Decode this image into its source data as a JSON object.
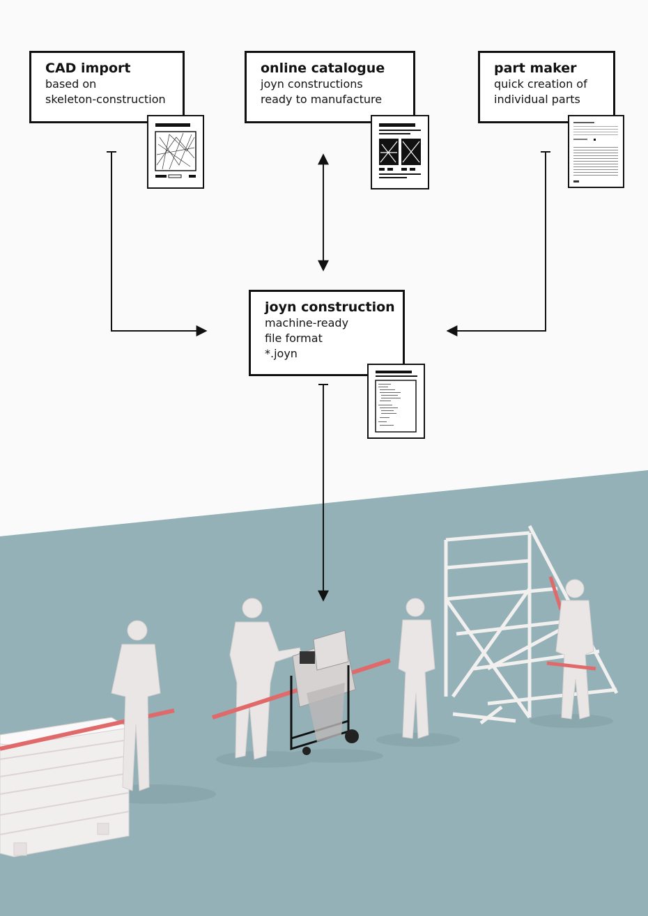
{
  "sources": [
    {
      "id": "cad",
      "title": "CAD import",
      "lines": [
        "based on",
        "skeleton-construction"
      ],
      "doc_icon": "cad-drawing-document-icon"
    },
    {
      "id": "catalogue",
      "title": "online catalogue",
      "lines": [
        "joyn constructions",
        "ready to manufacture"
      ],
      "doc_icon": "catalogue-page-document-icon"
    },
    {
      "id": "partmaker",
      "title": "part maker",
      "lines": [
        "quick creation of",
        "individual parts"
      ],
      "doc_icon": "parts-table-document-icon"
    }
  ],
  "target": {
    "title": "joyn construction",
    "lines": [
      "machine-ready",
      "file format",
      "*.joyn"
    ],
    "doc_icon": "code-file-document-icon"
  },
  "colors": {
    "floor": "#93b1b7",
    "background": "#fafafa",
    "ink": "#111111",
    "accent_red": "#e06a6a",
    "figure": "#ebe6e6"
  }
}
